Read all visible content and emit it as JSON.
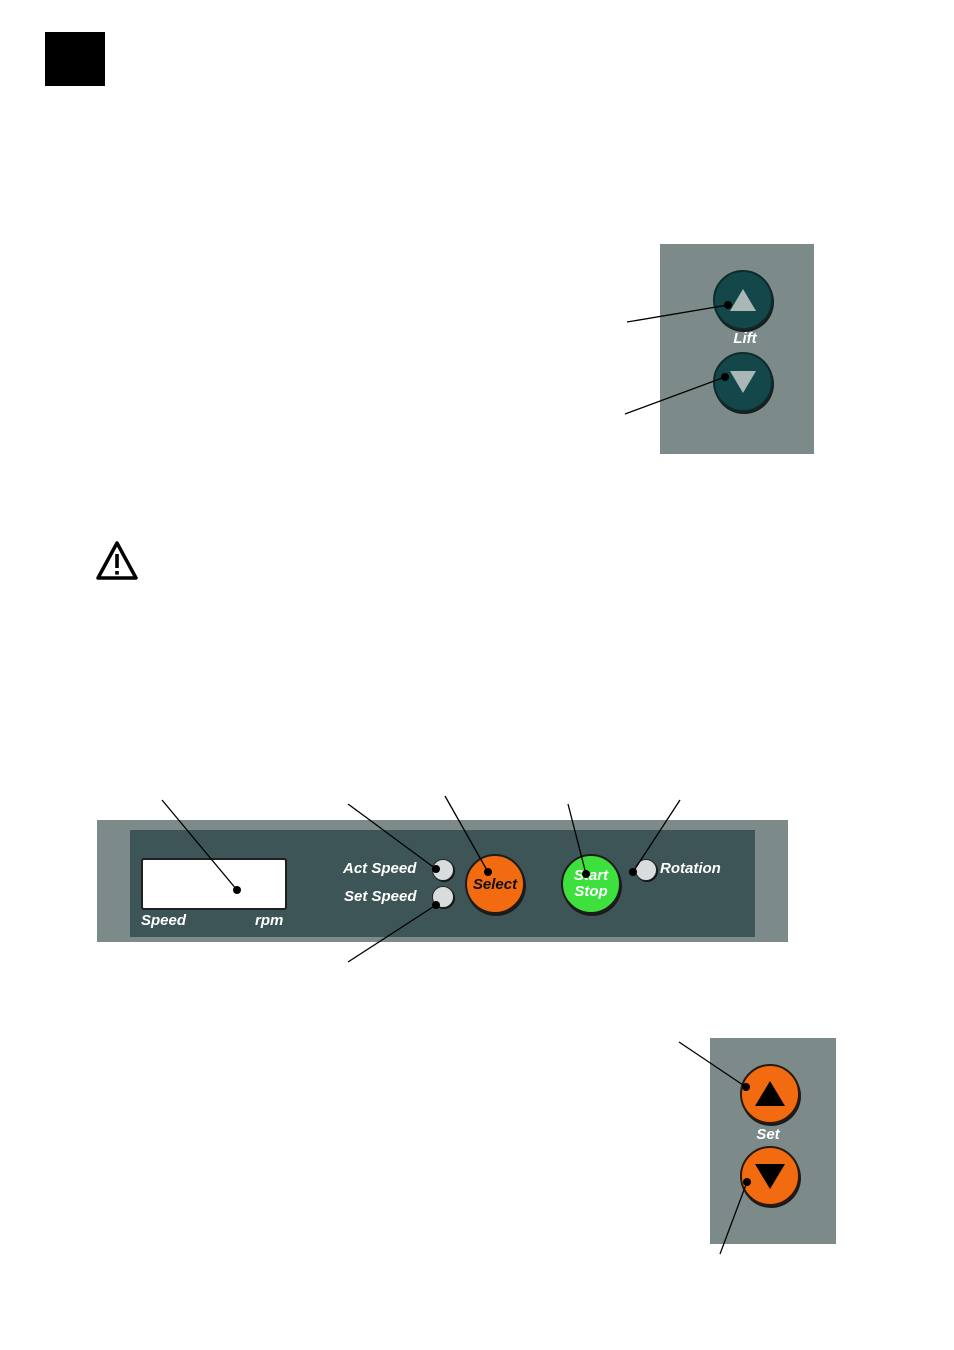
{
  "lift_panel": {
    "label": "Lift"
  },
  "control_bar": {
    "speed_label": "Speed",
    "rpm_label": "rpm",
    "act_speed_label": "Act Speed",
    "set_speed_label": "Set Speed",
    "select_label": "Select",
    "start_label": "Start",
    "stop_label": "Stop",
    "rotation_label": "Rotation"
  },
  "set_panel": {
    "label": "Set"
  },
  "colors": {
    "panel_gray": "#7c8a89",
    "bar_dark": "#3d5556",
    "lift_button": "#14474a",
    "orange_button": "#f26b10",
    "green_button": "#3ee03e"
  },
  "icons": [
    "warning-triangle-icon",
    "up-arrow-icon",
    "down-arrow-icon"
  ]
}
